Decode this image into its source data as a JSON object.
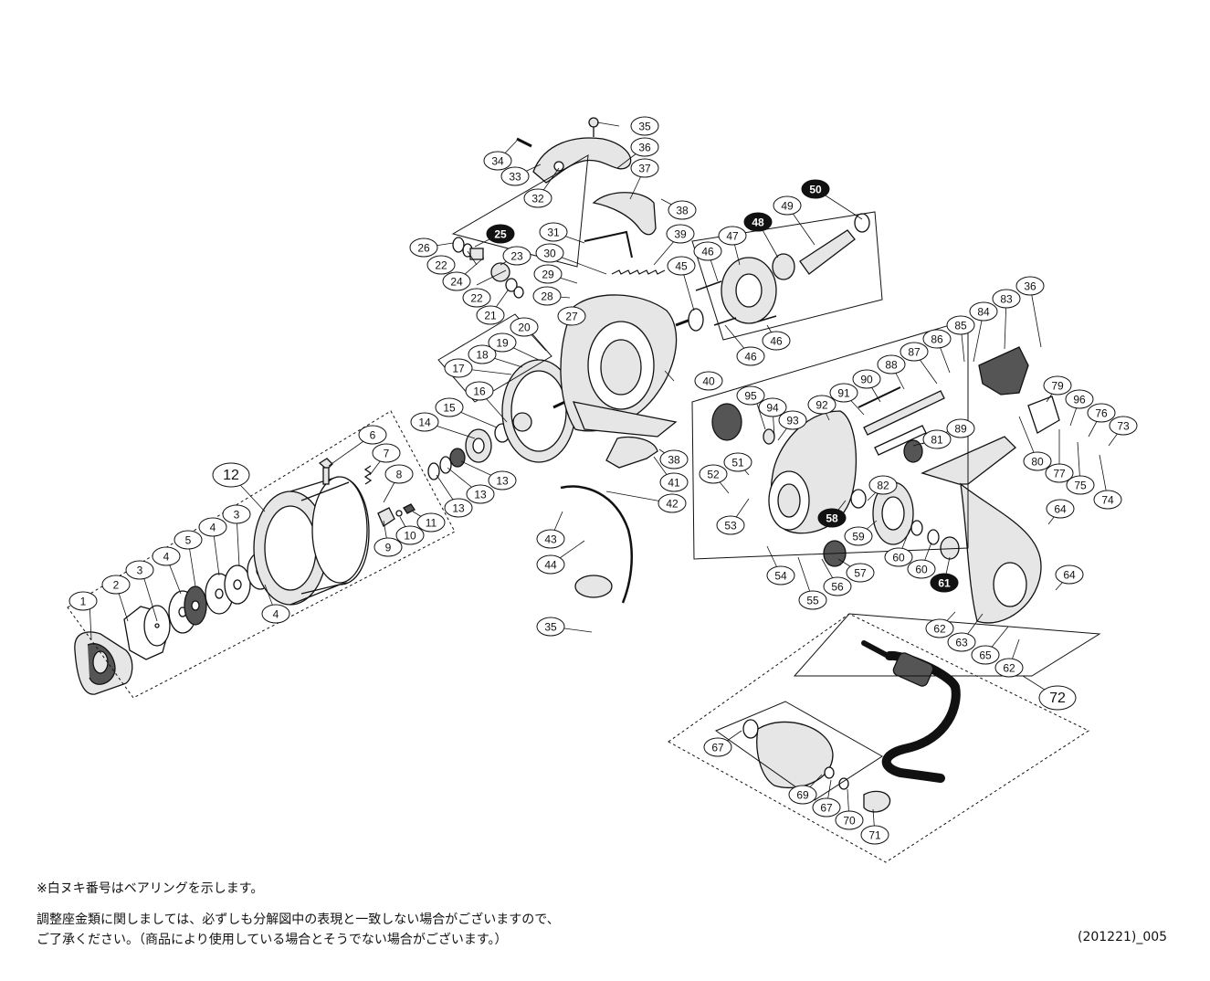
{
  "parts": [
    {
      "id": "p1",
      "label": "1",
      "bearing": false
    },
    {
      "id": "p2",
      "label": "2",
      "bearing": false
    },
    {
      "id": "p3a",
      "label": "3",
      "bearing": false
    },
    {
      "id": "p3b",
      "label": "3",
      "bearing": false
    },
    {
      "id": "p4a",
      "label": "4",
      "bearing": false
    },
    {
      "id": "p4b",
      "label": "4",
      "bearing": false
    },
    {
      "id": "p4c",
      "label": "4",
      "bearing": false
    },
    {
      "id": "p5",
      "label": "5",
      "bearing": false
    },
    {
      "id": "p6",
      "label": "6",
      "bearing": false
    },
    {
      "id": "p7",
      "label": "7",
      "bearing": false
    },
    {
      "id": "p8",
      "label": "8",
      "bearing": false
    },
    {
      "id": "p9",
      "label": "9",
      "bearing": false
    },
    {
      "id": "p10",
      "label": "10",
      "bearing": false
    },
    {
      "id": "p11",
      "label": "11",
      "bearing": false
    },
    {
      "id": "p13a",
      "label": "13",
      "bearing": false
    },
    {
      "id": "p13b",
      "label": "13",
      "bearing": false
    },
    {
      "id": "p13c",
      "label": "13",
      "bearing": false
    },
    {
      "id": "p14",
      "label": "14",
      "bearing": false
    },
    {
      "id": "p15",
      "label": "15",
      "bearing": false
    },
    {
      "id": "p16",
      "label": "16",
      "bearing": false
    },
    {
      "id": "p17",
      "label": "17",
      "bearing": false
    },
    {
      "id": "p18",
      "label": "18",
      "bearing": false
    },
    {
      "id": "p19",
      "label": "19",
      "bearing": false
    },
    {
      "id": "p20",
      "label": "20",
      "bearing": false
    },
    {
      "id": "p21",
      "label": "21",
      "bearing": false
    },
    {
      "id": "p22a",
      "label": "22",
      "bearing": false
    },
    {
      "id": "p22b",
      "label": "22",
      "bearing": false
    },
    {
      "id": "p23",
      "label": "23",
      "bearing": false
    },
    {
      "id": "p24",
      "label": "24",
      "bearing": false
    },
    {
      "id": "p25",
      "label": "25",
      "bearing": true
    },
    {
      "id": "p26",
      "label": "26",
      "bearing": false
    },
    {
      "id": "p27",
      "label": "27",
      "bearing": false
    },
    {
      "id": "p28",
      "label": "28",
      "bearing": false
    },
    {
      "id": "p29",
      "label": "29",
      "bearing": false
    },
    {
      "id": "p30",
      "label": "30",
      "bearing": false
    },
    {
      "id": "p31",
      "label": "31",
      "bearing": false
    },
    {
      "id": "p32",
      "label": "32",
      "bearing": false
    },
    {
      "id": "p33",
      "label": "33",
      "bearing": false
    },
    {
      "id": "p34",
      "label": "34",
      "bearing": false
    },
    {
      "id": "p35a",
      "label": "35",
      "bearing": false
    },
    {
      "id": "p35b",
      "label": "35",
      "bearing": false
    },
    {
      "id": "p36a",
      "label": "36",
      "bearing": false
    },
    {
      "id": "p36b",
      "label": "36",
      "bearing": false
    },
    {
      "id": "p37",
      "label": "37",
      "bearing": false
    },
    {
      "id": "p38a",
      "label": "38",
      "bearing": false
    },
    {
      "id": "p38b",
      "label": "38",
      "bearing": false
    },
    {
      "id": "p39",
      "label": "39",
      "bearing": false
    },
    {
      "id": "p40",
      "label": "40",
      "bearing": false
    },
    {
      "id": "p41",
      "label": "41",
      "bearing": false
    },
    {
      "id": "p42",
      "label": "42",
      "bearing": false
    },
    {
      "id": "p43",
      "label": "43",
      "bearing": false
    },
    {
      "id": "p44",
      "label": "44",
      "bearing": false
    },
    {
      "id": "p45",
      "label": "45",
      "bearing": false
    },
    {
      "id": "p46a",
      "label": "46",
      "bearing": false
    },
    {
      "id": "p46b",
      "label": "46",
      "bearing": false
    },
    {
      "id": "p46c",
      "label": "46",
      "bearing": false
    },
    {
      "id": "p47",
      "label": "47",
      "bearing": false
    },
    {
      "id": "p48",
      "label": "48",
      "bearing": true
    },
    {
      "id": "p49",
      "label": "49",
      "bearing": false
    },
    {
      "id": "p50",
      "label": "50",
      "bearing": true
    },
    {
      "id": "p51",
      "label": "51",
      "bearing": false
    },
    {
      "id": "p52",
      "label": "52",
      "bearing": false
    },
    {
      "id": "p53",
      "label": "53",
      "bearing": false
    },
    {
      "id": "p54",
      "label": "54",
      "bearing": false
    },
    {
      "id": "p55",
      "label": "55",
      "bearing": false
    },
    {
      "id": "p56",
      "label": "56",
      "bearing": false
    },
    {
      "id": "p57",
      "label": "57",
      "bearing": false
    },
    {
      "id": "p58",
      "label": "58",
      "bearing": true
    },
    {
      "id": "p59",
      "label": "59",
      "bearing": false
    },
    {
      "id": "p60a",
      "label": "60",
      "bearing": false
    },
    {
      "id": "p60b",
      "label": "60",
      "bearing": false
    },
    {
      "id": "p61",
      "label": "61",
      "bearing": true
    },
    {
      "id": "p62a",
      "label": "62",
      "bearing": false
    },
    {
      "id": "p62b",
      "label": "62",
      "bearing": false
    },
    {
      "id": "p63",
      "label": "63",
      "bearing": false
    },
    {
      "id": "p64a",
      "label": "64",
      "bearing": false
    },
    {
      "id": "p64b",
      "label": "64",
      "bearing": false
    },
    {
      "id": "p65",
      "label": "65",
      "bearing": false
    },
    {
      "id": "p67a",
      "label": "67",
      "bearing": false
    },
    {
      "id": "p67b",
      "label": "67",
      "bearing": false
    },
    {
      "id": "p69",
      "label": "69",
      "bearing": false
    },
    {
      "id": "p70",
      "label": "70",
      "bearing": false
    },
    {
      "id": "p71",
      "label": "71",
      "bearing": false
    },
    {
      "id": "p73",
      "label": "73",
      "bearing": false
    },
    {
      "id": "p74",
      "label": "74",
      "bearing": false
    },
    {
      "id": "p75",
      "label": "75",
      "bearing": false
    },
    {
      "id": "p76",
      "label": "76",
      "bearing": false
    },
    {
      "id": "p77",
      "label": "77",
      "bearing": false
    },
    {
      "id": "p79",
      "label": "79",
      "bearing": false
    },
    {
      "id": "p80",
      "label": "80",
      "bearing": false
    },
    {
      "id": "p81",
      "label": "81",
      "bearing": false
    },
    {
      "id": "p82",
      "label": "82",
      "bearing": false
    },
    {
      "id": "p83",
      "label": "83",
      "bearing": false
    },
    {
      "id": "p84",
      "label": "84",
      "bearing": false
    },
    {
      "id": "p85",
      "label": "85",
      "bearing": false
    },
    {
      "id": "p86",
      "label": "86",
      "bearing": false
    },
    {
      "id": "p87",
      "label": "87",
      "bearing": false
    },
    {
      "id": "p88",
      "label": "88",
      "bearing": false
    },
    {
      "id": "p89",
      "label": "89",
      "bearing": false
    },
    {
      "id": "p90",
      "label": "90",
      "bearing": false
    },
    {
      "id": "p91",
      "label": "91",
      "bearing": false
    },
    {
      "id": "p92",
      "label": "92",
      "bearing": false
    },
    {
      "id": "p93",
      "label": "93",
      "bearing": false
    },
    {
      "id": "p94",
      "label": "94",
      "bearing": false
    },
    {
      "id": "p95",
      "label": "95",
      "bearing": false
    },
    {
      "id": "p96",
      "label": "96",
      "bearing": false
    }
  ],
  "groups": [
    {
      "id": "g12",
      "label": "12"
    },
    {
      "id": "g72",
      "label": "72"
    }
  ],
  "notes": {
    "bearing_note": "※白ヌキ番号はベアリングを示します。",
    "shim_note_line1": "調整座金類に関しましては、必ずしも分解図中の表現と一致しない場合がございますので、",
    "shim_note_line2": "ご了承ください。（商品により使用している場合とそうでない場合がございます。）",
    "doc_code": "(201221)_005"
  },
  "colors": {
    "ink": "#111111",
    "bearing_fill": "#111111",
    "bearing_text": "#ffffff",
    "callout_fill": "#ffffff",
    "part_fill": "#e6e6e6",
    "dark_part": "#555555"
  }
}
